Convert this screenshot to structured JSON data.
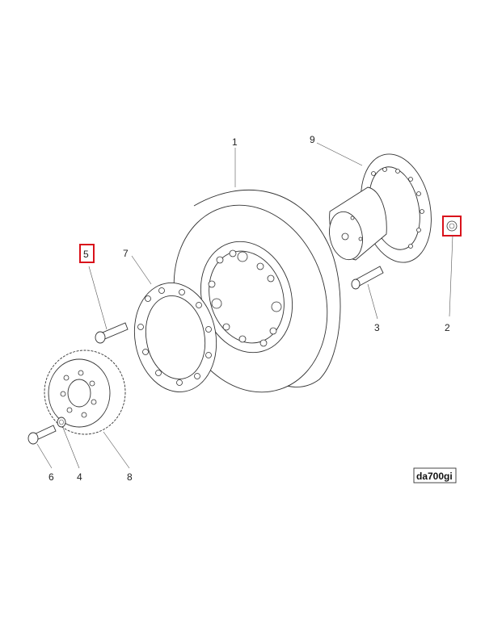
{
  "diagram": {
    "callouts": {
      "c1": "1",
      "c2": "2",
      "c3": "3",
      "c4": "4",
      "c5": "5",
      "c6": "6",
      "c7": "7",
      "c8": "8",
      "c9": "9"
    },
    "highlighted_callout": "5",
    "highlighted_part": "2",
    "highlight_color": "#d9121b",
    "reference_code": "da700gi"
  }
}
